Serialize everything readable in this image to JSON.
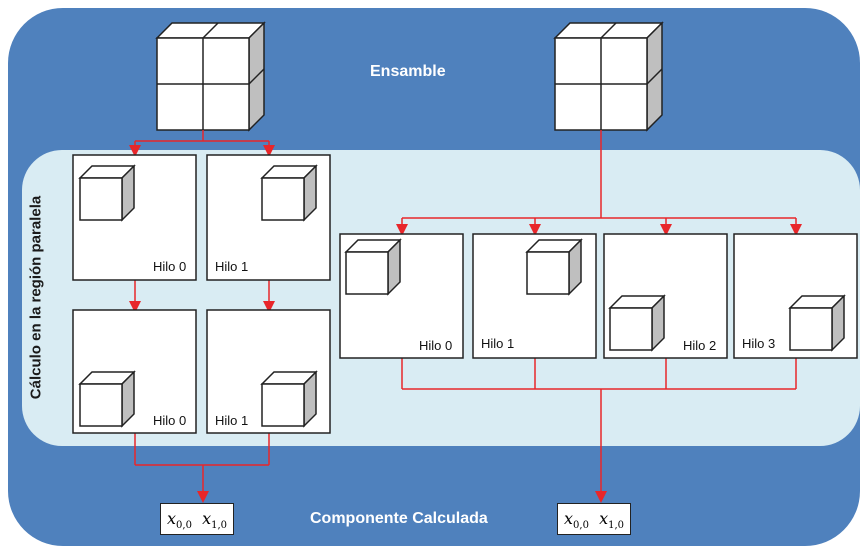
{
  "labels": {
    "ensemble": "Ensamble",
    "component": "Componente Calculada",
    "region": "Cálculo en la región paralela"
  },
  "left": {
    "threads_top": [
      "Hilo 0",
      "Hilo 1"
    ],
    "threads_bottom": [
      "Hilo 0",
      "Hilo 1"
    ],
    "result": {
      "t1": "x",
      "s1": "0,0",
      "t2": "x",
      "s2": "1,0"
    }
  },
  "right": {
    "threads": [
      "Hilo 0",
      "Hilo 1",
      "Hilo 2",
      "Hilo 3"
    ],
    "result": {
      "t1": "x",
      "s1": "0,0",
      "t2": "x",
      "s2": "1,0"
    }
  },
  "colors": {
    "outer": "#4f81bd",
    "inner": "#d9ecf3",
    "arrow": "#e8262a"
  },
  "icons": {
    "ensemble_cube": "cube-2x2-icon",
    "thread_cube": "cube-icon"
  }
}
